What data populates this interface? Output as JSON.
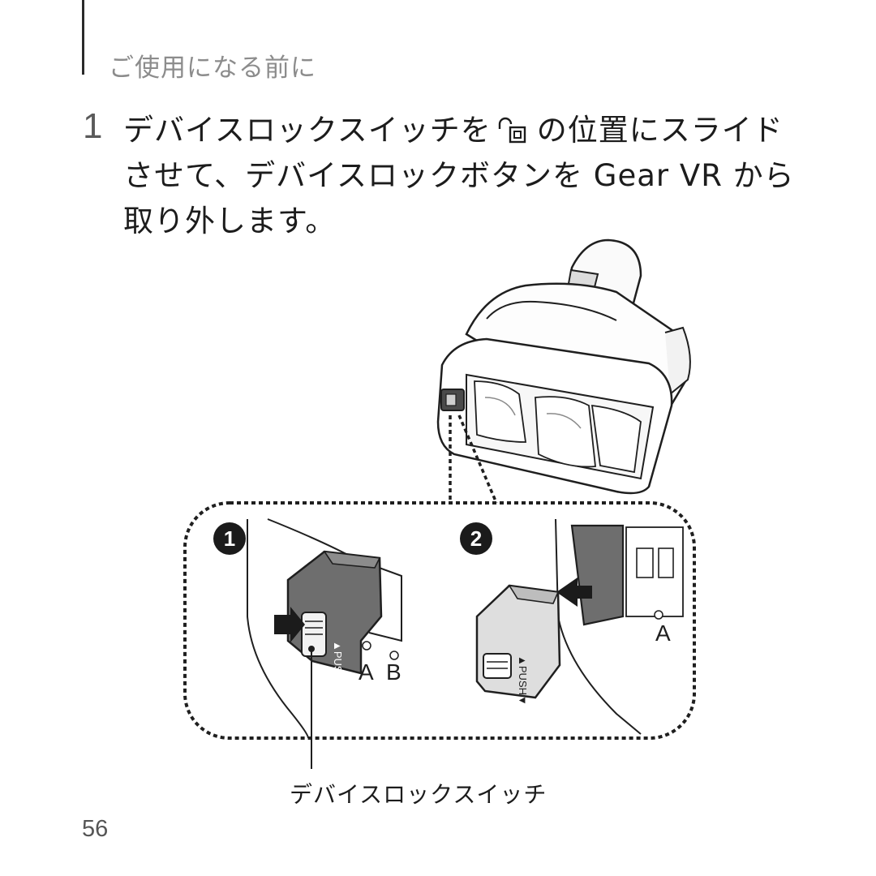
{
  "section": {
    "title": "ご使用になる前に"
  },
  "step": {
    "number": "1",
    "line1_before": "デバイスロックスイッチを",
    "line1_after": "の位置にスライド",
    "line2": "させて、デバイスロックボタンを Gear VR から",
    "line3": "取り外します。",
    "icon": "unlock-icon"
  },
  "figure": {
    "badges": [
      "1",
      "2"
    ],
    "push_label": "▲PUSH▼",
    "markers_left": [
      "A",
      "B"
    ],
    "marker_right": "A",
    "callout_caption": "デバイスロックスイッチ",
    "icons": [
      "vr-headset-illustration",
      "lock-icon",
      "unlock-icon",
      "arrow-icon"
    ]
  },
  "page": {
    "number": "56"
  }
}
